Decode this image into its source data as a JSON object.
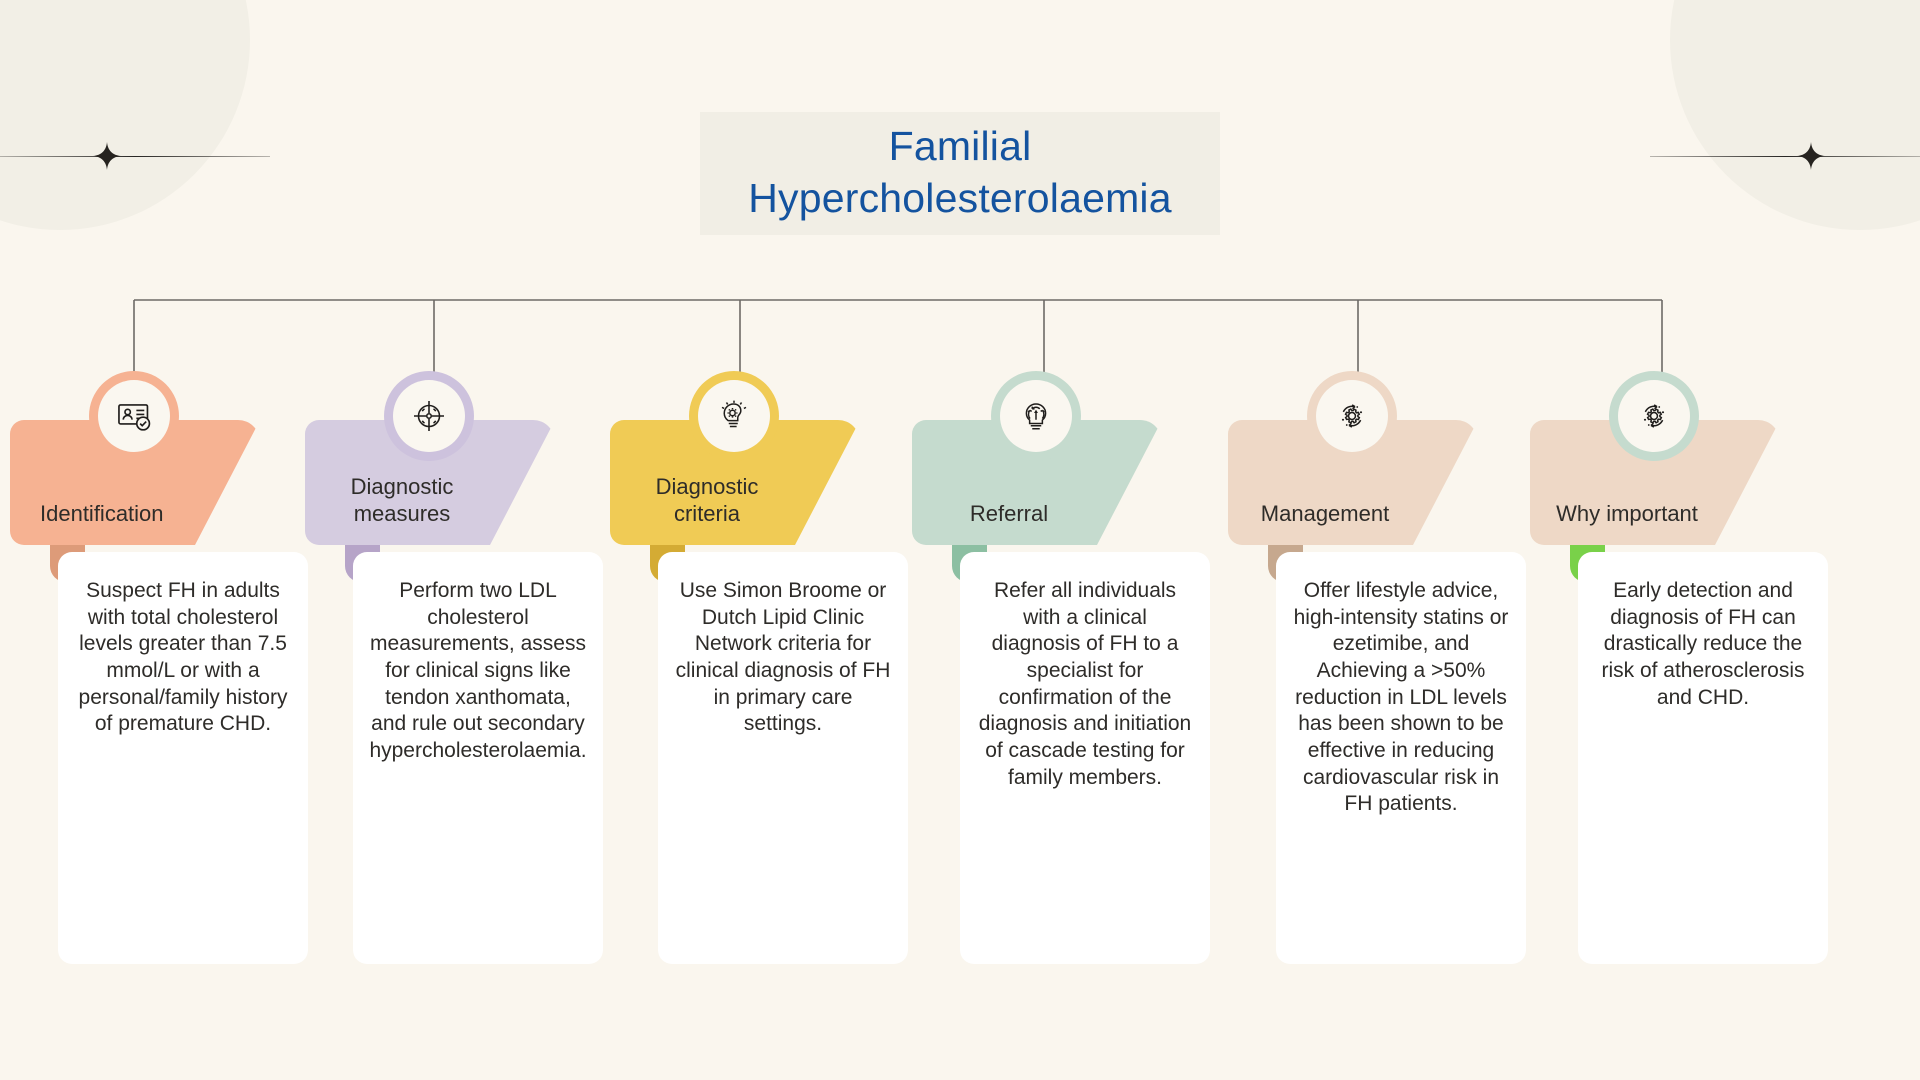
{
  "page": {
    "background_color": "#faf6ee",
    "title_line1": "Familial",
    "title_line2": "Hypercholesterolaemia",
    "title_color": "#14539f",
    "title_panel_color": "#f1eee5"
  },
  "decorations": {
    "left_sparkle_icon": "four-point-star-icon",
    "right_sparkle_icon": "four-point-star-icon",
    "circle_color": "#f2efe6",
    "rule_color": "#26231f"
  },
  "steps": [
    {
      "id": "identification",
      "label": "Identification",
      "icon": "id-card-check-icon",
      "banner_color": "#f6b292",
      "notch_color": "#dd9b79",
      "ring_color": "#f6b292",
      "body": "Suspect FH in adults with total cholesterol levels greater than 7.5 mmol/L or with a personal/family history of premature CHD."
    },
    {
      "id": "diagnostic-measures",
      "label": "Diagnostic measures",
      "icon": "crosshair-target-icon",
      "banner_color": "#d5cce0",
      "notch_color": "#b6a4c8",
      "ring_color": "#cdc2dd",
      "body": "Perform two LDL cholesterol measurements, assess for clinical signs like tendon xanthomata, and rule out secondary hypercholesterolaemia."
    },
    {
      "id": "diagnostic-criteria",
      "label": "Diagnostic criteria",
      "icon": "lightbulb-head-gear-icon",
      "banner_color": "#f0cb55",
      "notch_color": "#d4ab34",
      "ring_color": "#f0cb55",
      "body": "Use Simon Broome or Dutch Lipid Clinic Network criteria for clinical diagnosis of FH in primary care settings."
    },
    {
      "id": "referral",
      "label": "Referral",
      "icon": "lightbulb-gear-arrows-icon",
      "banner_color": "#c5dbce",
      "notch_color": "#8cbfa2",
      "ring_color": "#c5dbce",
      "body": "Refer all individuals with a clinical diagnosis of FH to a specialist for confirmation of the diagnosis and initiation of cascade testing for family members."
    },
    {
      "id": "management",
      "label": "Management",
      "icon": "gear-cycle-icon",
      "banner_color": "#eed8c6",
      "notch_color": "#c6a88e",
      "ring_color": "#eed8c6",
      "body": "Offer lifestyle advice, high-intensity statins or ezetimibe, and Achieving a >50% reduction in LDL levels has been shown to be effective in reducing cardiovascular risk in FH patients."
    },
    {
      "id": "why-important",
      "label": "Why important",
      "icon": "gear-cycle-icon",
      "banner_color": "#eed8c6",
      "notch_color": "#79d149",
      "ring_color": "#c5dbce",
      "body": "Early detection and diagnosis of FH can drastically reduce the risk of atherosclerosis and CHD."
    }
  ]
}
